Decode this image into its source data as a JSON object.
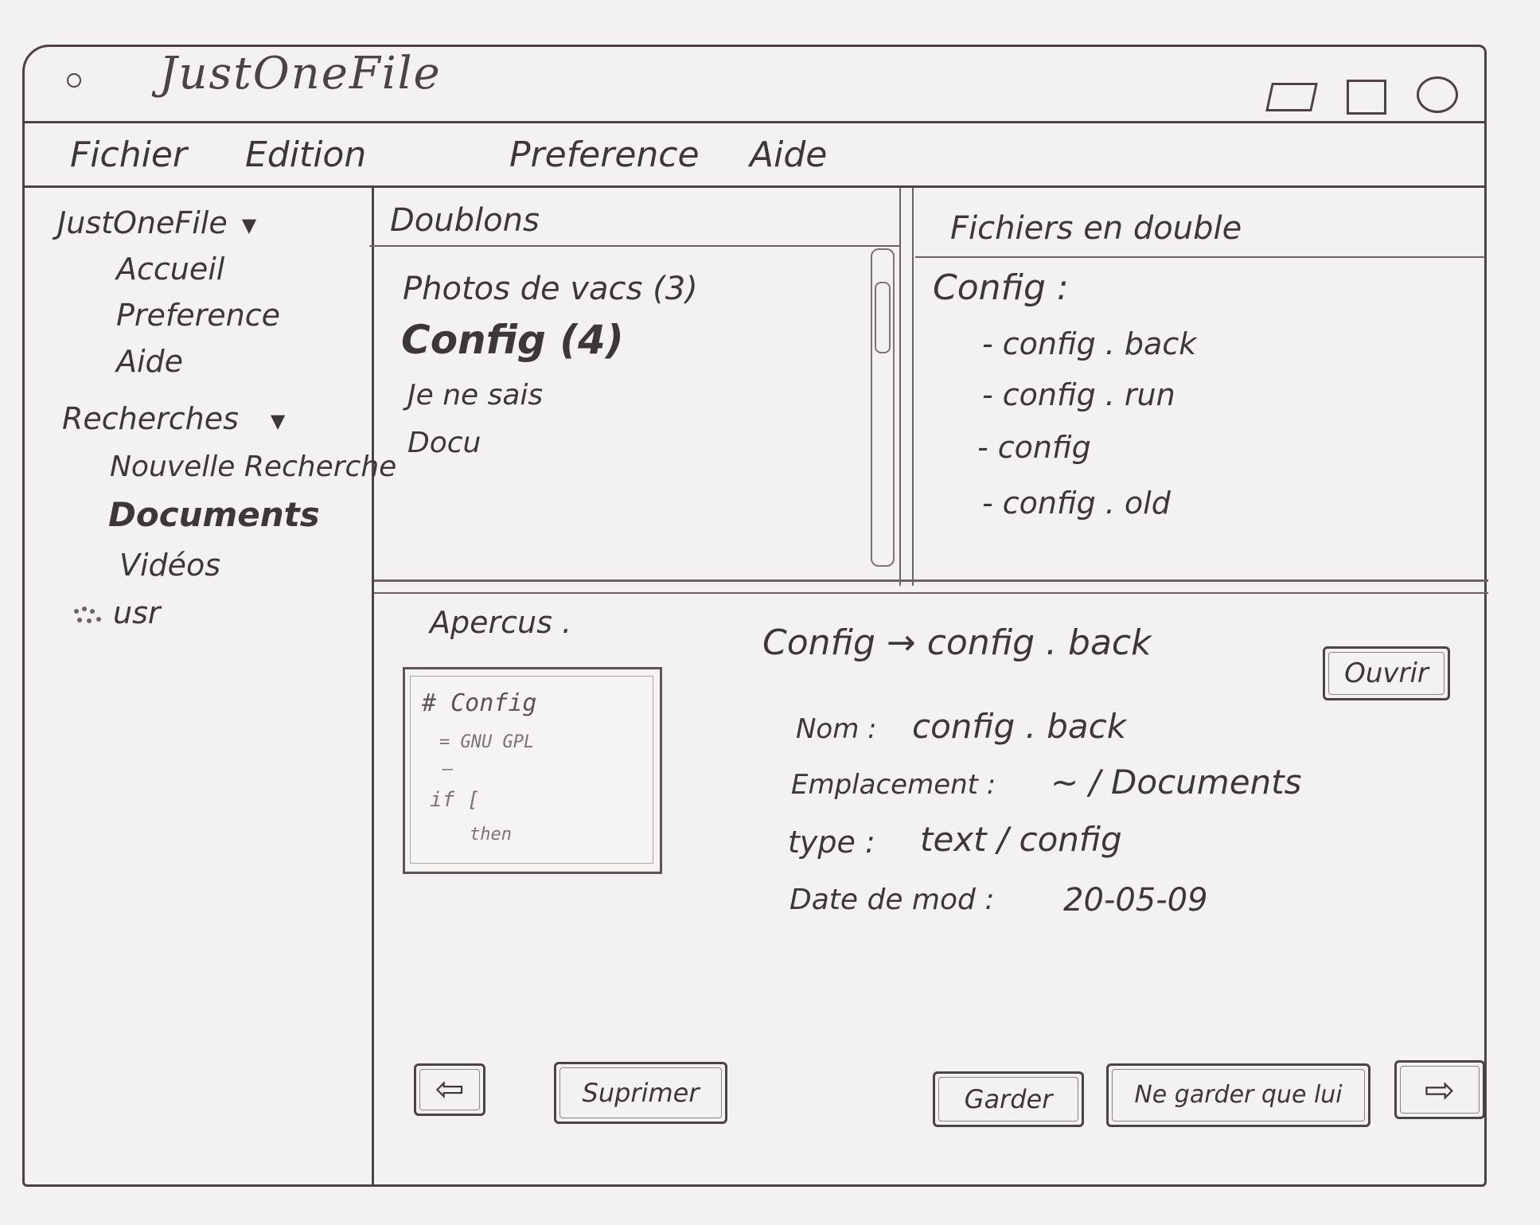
{
  "window": {
    "title": "JustOneFile"
  },
  "menu": {
    "items": [
      "Fichier",
      "Edition",
      "Preference",
      "Aide"
    ]
  },
  "sidebar": {
    "section1": {
      "title": "JustOneFile",
      "items": [
        "Accueil",
        "Preference",
        "Aide"
      ]
    },
    "section2": {
      "title": "Recherches",
      "items": [
        "Nouvelle Recherche",
        "Documents",
        "Vidéos",
        "usr"
      ],
      "selected": "Documents"
    }
  },
  "doublons": {
    "title": "Doublons",
    "items": [
      "Photos de vacs (3)",
      "Config (4)",
      "Je ne sais",
      "Docu"
    ],
    "selected": "Config (4)"
  },
  "fichiers_en_double": {
    "title": "Fichiers en double",
    "group": "Config :",
    "items": [
      "- config . back",
      "- config . run",
      "- config",
      "- config . old"
    ]
  },
  "apercus": {
    "title": "Apercus .",
    "preview_lines": [
      "# Config",
      "=  GNU GPL",
      "–",
      "if [",
      "then"
    ]
  },
  "details": {
    "heading": "Config → config . back",
    "open_button": "Ouvrir",
    "nom_label": "Nom :",
    "nom_value": "config . back",
    "emplacement_label": "Emplacement :",
    "emplacement_value": "~ / Documents",
    "type_label": "type :",
    "type_value": "text / config",
    "date_label": "Date de mod :",
    "date_value": "20-05-09"
  },
  "actions": {
    "prev_icon": "⇦",
    "supprimer": "Suprimer",
    "garder": "Garder",
    "ne_garder": "Ne garder que lui",
    "next_icon": "⇨"
  }
}
